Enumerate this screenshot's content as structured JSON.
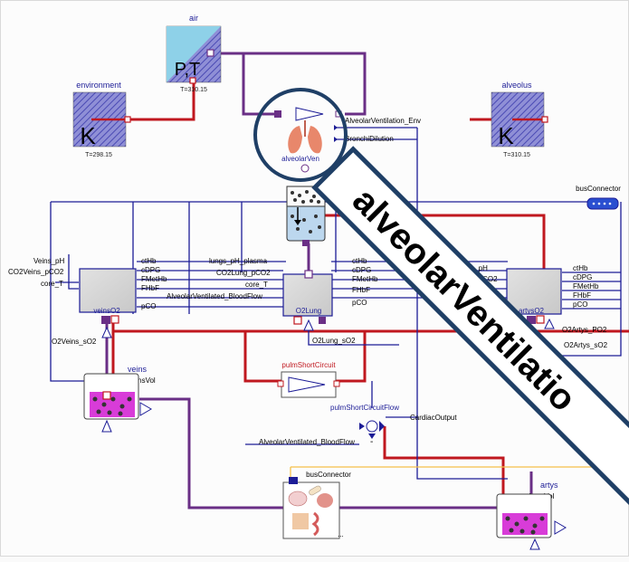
{
  "components": {
    "air": {
      "name": "air",
      "glyph": "P,T",
      "param": "T=310.15"
    },
    "environment": {
      "name": "environment",
      "glyph": "K",
      "param": "T=298.15"
    },
    "alveolus": {
      "name": "alveolus",
      "glyph": "K",
      "param": "T=310.15"
    },
    "alveolarVentilation": {
      "name": "alveolarVen",
      "in_label_1": "AlveolarVentilation_Env",
      "in_label_2": "BronchiDilution"
    },
    "veinsO2": {
      "name": "veinsO2"
    },
    "O2Lung": {
      "name": "O2Lung"
    },
    "artysO2": {
      "name": "artysO2"
    },
    "pulmShortCircuit": {
      "name": "pulmShortCircuit"
    },
    "pulmShortCircuitFlow": {
      "name": "pulmShortCircuitFlow"
    },
    "veins": {
      "name": "veins",
      "sub": "VeinsVol"
    },
    "artys": {
      "name": "artys",
      "sub": "ArtysVol"
    },
    "busConnector_top": {
      "name": "busConnector"
    },
    "busConnector_bottom": {
      "name": "busConnector",
      "dots": "..."
    }
  },
  "signals": {
    "veins_pH": "Veins_pH",
    "co2veins": "CO2Veins_pCO2",
    "core_T_left": "core_T",
    "ctHb_left": "ctHb",
    "cDPG_left": "cDPG",
    "FMetHb_left": "FMetHb",
    "FHbF_left": "FHbF",
    "pCO_left": "pCO",
    "lungs_pH": "lungs_pH_plasma",
    "co2lung": "CO2Lung_pCO2",
    "core_T_mid": "core_T",
    "alv_bloodflow_1": "AlveolarVentilated_BloodFlow",
    "ctHb_mid": "ctHb",
    "cDPG_mid": "cDPG",
    "FMetHb_mid": "FMetHb",
    "FHbF_mid": "FHbF",
    "pCO_mid": "pCO",
    "artys_pH": "Artys_pH",
    "artys_co2": "Artys_pCO2",
    "ctHb_right": "ctHb",
    "cDPG_right": "cDPG",
    "FMetHb_right": "FMetHb",
    "FHbF_right": "FHbF",
    "pCO_right": "pCO",
    "o2veins_so2": "O2Veins_sO2",
    "o2lung_so2": "O2Lung_sO2",
    "o2artys_po2": "O2Artys_PO2",
    "o2artys_so2": "O2Artys_sO2",
    "cardiac_output": "CardiacOutput",
    "alv_bloodflow_2": "AlveolarVentilated_BloodFlow",
    "minus": "-"
  },
  "zoom_callout": {
    "text": "alveolarVentilatio"
  },
  "colors": {
    "purple": "#6a2f86",
    "red": "#c0181f",
    "blue": "#1c1c96",
    "orange": "#f5c04a",
    "hatch": "#4a4ab4",
    "magenta": "#d83cd8"
  }
}
